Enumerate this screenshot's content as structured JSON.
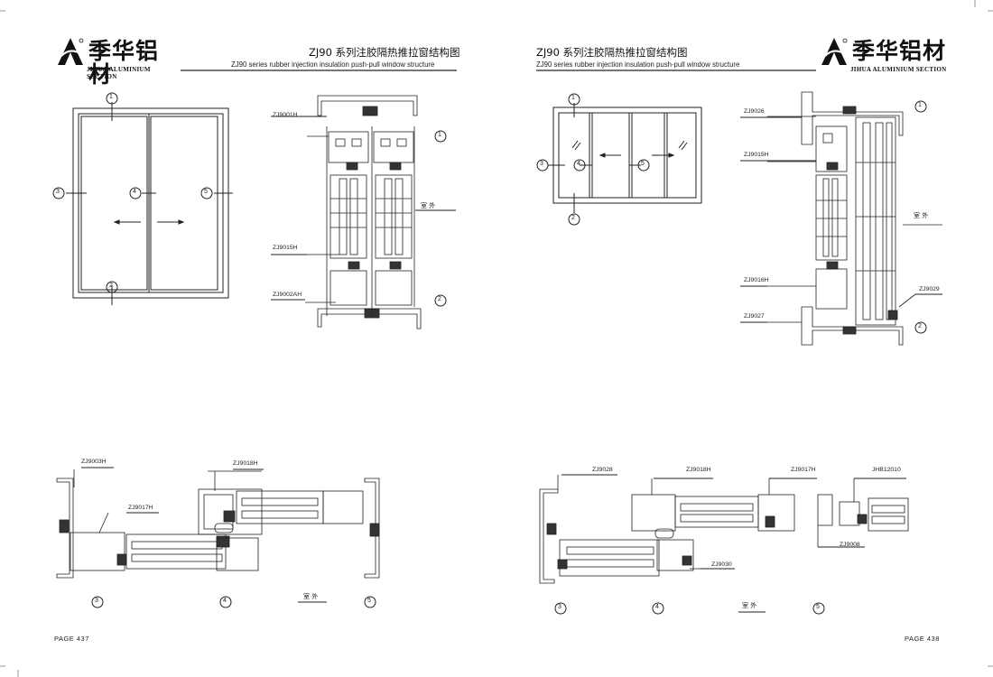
{
  "left": {
    "brand_cn": "季华铝材",
    "brand_en": "JIHUA ALUMINIUM SECTION",
    "title_cn": "ZJ90 系列注胶隔热推拉窗结构图",
    "title_en": "ZJ90 series rubber injection insulation push-pull window structure",
    "page": "PAGE 437",
    "outdoor": "室  外",
    "outdoor2": "室  外",
    "profiles": [
      "ZJ9001H",
      "ZJ9015H",
      "ZJ9002AH",
      "ZJ9003H",
      "ZJ9018H",
      "ZJ9017H"
    ],
    "markers": [
      "1",
      "2",
      "3",
      "4",
      "5"
    ]
  },
  "right": {
    "brand_cn": "季华铝材",
    "brand_en": "JIHUA ALUMINIUM SECTION",
    "title_cn": "ZJ90 系列注胶隔热推拉窗结构图",
    "title_en": "ZJ90 series rubber injection insulation push-pull window structure",
    "page": "PAGE 438",
    "outdoor": "室  外",
    "outdoor2": "室  外",
    "profiles": [
      "ZJ9026",
      "ZJ9015H",
      "ZJ9016H",
      "ZJ9027",
      "ZJ9029",
      "ZJ9028",
      "ZJ9018H",
      "ZJ9017H",
      "JHB12010",
      "ZJ9008",
      "ZJ9030"
    ],
    "markers": [
      "1",
      "2",
      "3",
      "4",
      "5"
    ]
  }
}
